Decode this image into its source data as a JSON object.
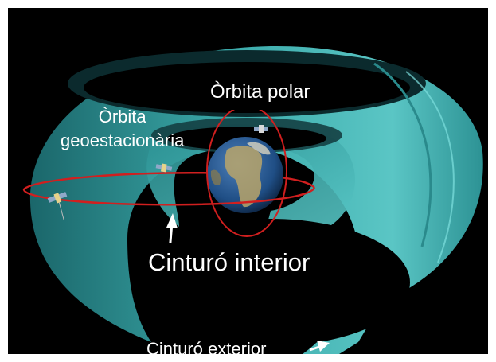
{
  "labels": {
    "polar_orbit": "Òrbita polar",
    "geo_orbit_line1": "Òrbita",
    "geo_orbit_line2": "geoestacionària",
    "inner_belt": "Cinturó interior",
    "outer_belt": "Cinturó exterior"
  },
  "colors": {
    "background": "#000000",
    "belt": "#3fb4b4",
    "belt_dark": "#1d6f73",
    "orbit": "#d11f1f",
    "label_text": "#ffffff",
    "arrow": "#ffffff",
    "ocean": "#1f4e85",
    "land": "#b9a56a"
  },
  "icons": [
    "earth-globe",
    "satellite-icon",
    "arrow-icon"
  ]
}
